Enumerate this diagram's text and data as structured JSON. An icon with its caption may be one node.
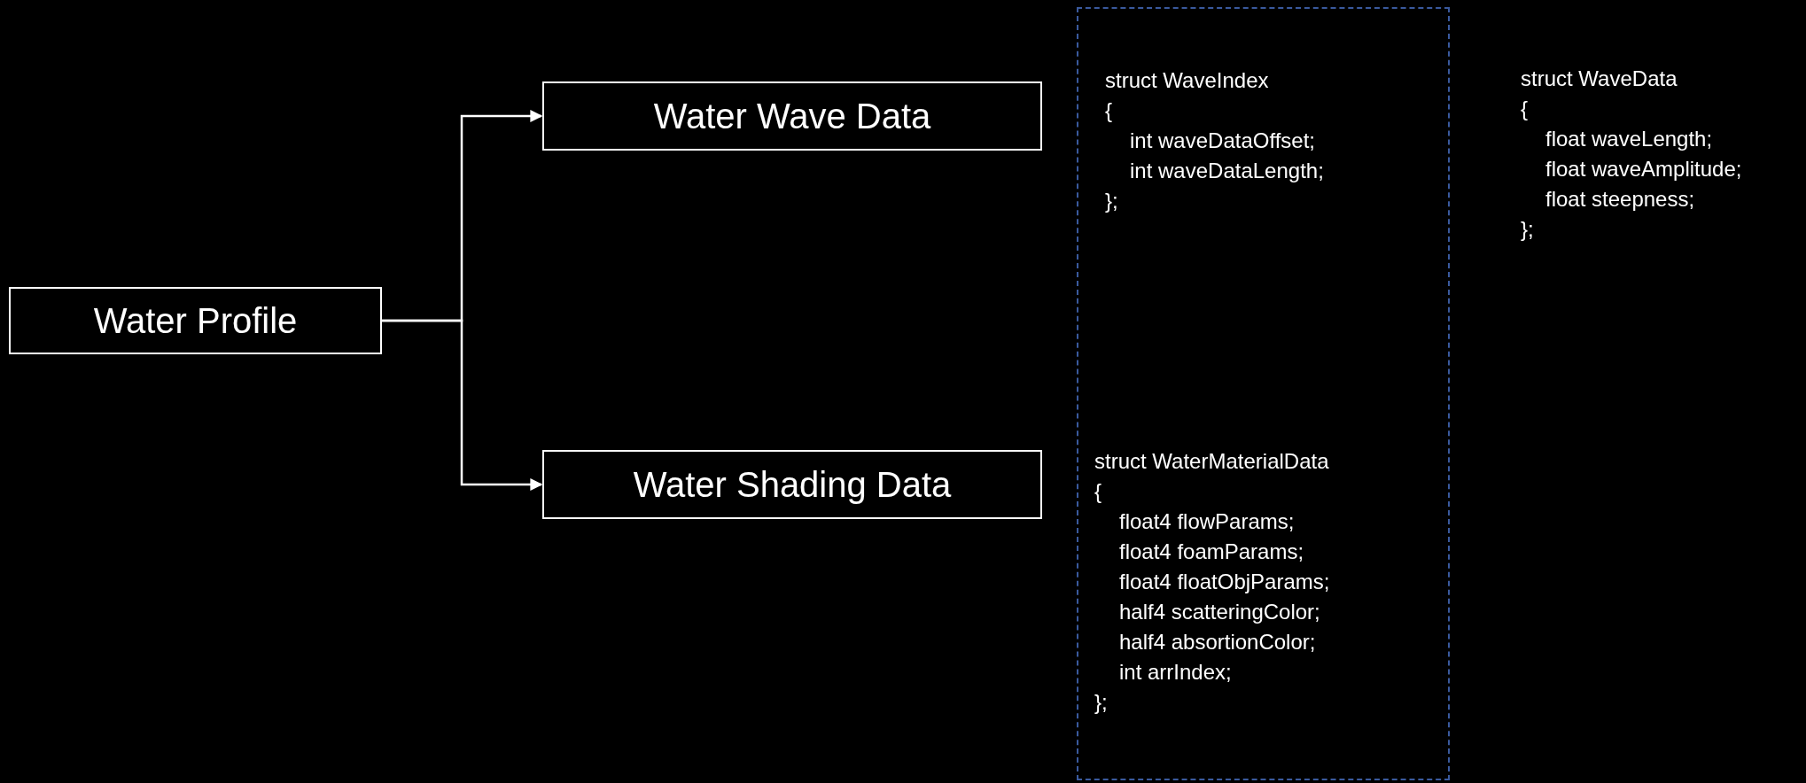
{
  "diagram": {
    "nodes": [
      {
        "text": [
          "Water Profile"
        ]
      },
      {
        "text": [
          "Water Wave Data"
        ]
      },
      {
        "text": [
          "Water Shading Data"
        ]
      },
      {
        "text": [],
        "shape": "box"
      },
      {
        "text": [
          "struct WaveIndex",
          "{",
          "int waveDataOffset;",
          "int waveDataLength;",
          "};"
        ],
        "in": 3
      },
      {
        "text": [
          "struct WaterMaterialData",
          "{",
          "float4 flowParams;",
          "float4 foamParams;",
          "float4 floatObjParams;",
          "half4 scatteringColor;",
          "half4 absortionColor;",
          "int arrIndex;",
          "};"
        ],
        "in": 3
      },
      {
        "text": [
          "struct WaveData",
          "{",
          "float waveLength;",
          "float waveAmplitude;",
          "float steepness;",
          "};"
        ]
      }
    ],
    "edges": [
      {
        "from": 0,
        "to": 1,
        "arrow": "to"
      },
      {
        "from": 0,
        "to": 2,
        "arrow": "to"
      }
    ]
  }
}
